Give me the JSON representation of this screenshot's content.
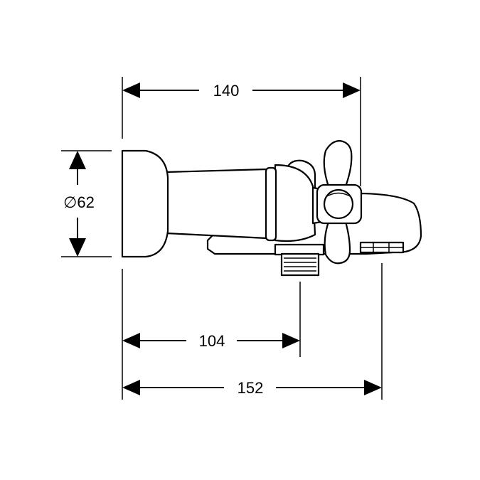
{
  "dimensions": {
    "total_width": "140",
    "diameter": "∅62",
    "outlet_offset": "104",
    "spout_reach": "152"
  },
  "colors": {
    "line": "#000000",
    "background": "#ffffff"
  }
}
